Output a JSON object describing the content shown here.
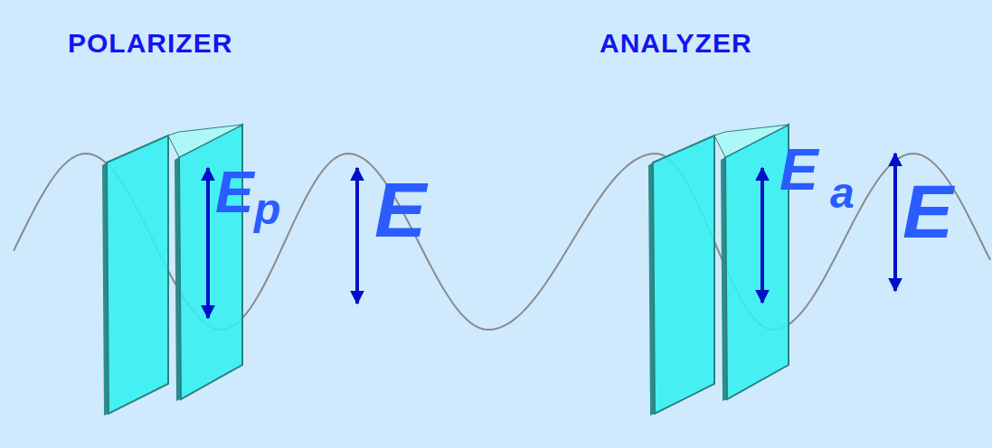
{
  "diagram": {
    "labels": [
      "POLARIZER",
      "ANALYZER",
      "E",
      "p",
      "E",
      "E",
      "a",
      "E"
    ]
  }
}
